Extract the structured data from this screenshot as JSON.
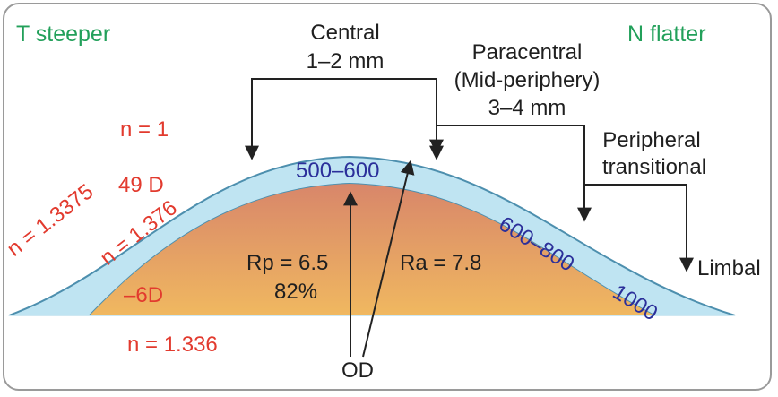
{
  "colors": {
    "green_label": "#22a05a",
    "red_label": "#e23a2e",
    "blue_label": "#2b2f9a",
    "cornea_fill": "#bfe4f2",
    "cornea_stroke": "#4d8fae",
    "lens_top": "#d8866a",
    "lens_bottom": "#f0b860",
    "line_color": "#222222",
    "frame_border": "#9a9a9a"
  },
  "labels": {
    "t_steeper": "T steeper",
    "n_flatter": "N flatter",
    "central_title": "Central",
    "central_size": "1–2 mm",
    "paracentral_title": "Paracentral",
    "paracentral_sub": "(Mid-periphery)",
    "paracentral_size": "3–4 mm",
    "peripheral_line1": "Peripheral",
    "peripheral_line2": "transitional",
    "limbal": "Limbal",
    "od": "OD",
    "n1": "n = 1",
    "power_49": "49 D",
    "n_13375": "n = 1.3375",
    "n_1376": "n = 1.376",
    "minus_6d": "–6D",
    "n_1336": "n = 1.336",
    "rp": "Rp = 6.5",
    "ratio": "82%",
    "ra": "Ra = 7.8",
    "thick_center": "500–600",
    "thick_mid": "600–800",
    "thick_periph": "1000"
  }
}
